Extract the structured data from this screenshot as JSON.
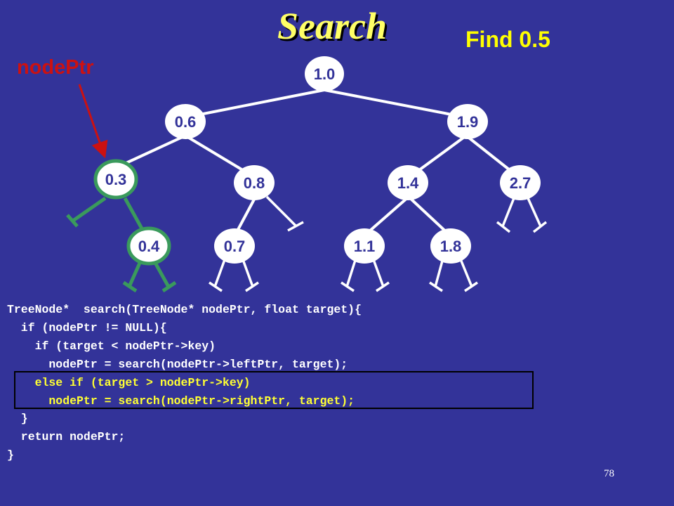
{
  "slide": {
    "title": "Search",
    "subtitle": "Find 0.5",
    "pointer_label": "nodePtr",
    "page_number": "78"
  },
  "colors": {
    "background": "#333399",
    "title": "#ffff66",
    "highlight": "#3a9a5c",
    "pointer": "#cc1111",
    "code_highlight": "#ffff33"
  },
  "tree": {
    "nodes": [
      {
        "id": "n10",
        "label": "1.0"
      },
      {
        "id": "n06",
        "label": "0.6"
      },
      {
        "id": "n19",
        "label": "1.9"
      },
      {
        "id": "n03",
        "label": "0.3",
        "highlighted": true
      },
      {
        "id": "n08",
        "label": "0.8"
      },
      {
        "id": "n14",
        "label": "1.4"
      },
      {
        "id": "n27",
        "label": "2.7"
      },
      {
        "id": "n04",
        "label": "0.4",
        "highlighted": true
      },
      {
        "id": "n07",
        "label": "0.7"
      },
      {
        "id": "n11",
        "label": "1.1"
      },
      {
        "id": "n18",
        "label": "1.8"
      }
    ],
    "current_node": "0.3"
  },
  "code": {
    "lines": [
      "TreeNode*  search(TreeNode* nodePtr, float target){",
      "  if (nodePtr != NULL){",
      "    if (target < nodePtr->key)",
      "      nodePtr = search(nodePtr->leftPtr, target);",
      "    else if (target > nodePtr->key)",
      "      nodePtr = search(nodePtr->rightPtr, target);",
      "  }",
      "  return nodePtr;",
      "}"
    ],
    "highlighted_lines": [
      4,
      5
    ]
  }
}
